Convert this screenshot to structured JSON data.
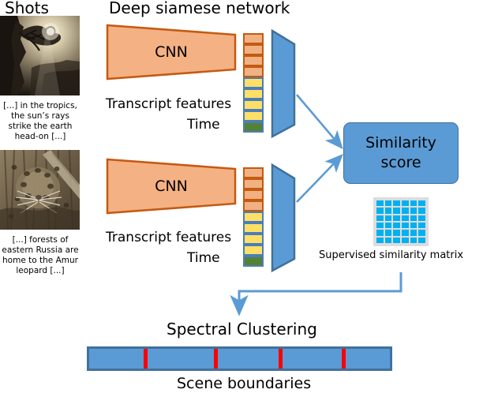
{
  "headings": {
    "shots": "Shots",
    "network": "Deep siamese network"
  },
  "shots": [
    {
      "caption": "[...] in the tropics, the sun’s rays strike the earth head-on [...]",
      "alt": "dark forest silhouette with sun rays"
    },
    {
      "caption": "[...] forests of eastern Russia are home to the Amur leopard [...]",
      "alt": "camouflaged leopard in forest"
    }
  ],
  "branches": [
    {
      "cnn_label": "CNN",
      "transcript_label": "Transcript features",
      "time_label": "Time"
    },
    {
      "cnn_label": "CNN",
      "transcript_label": "Transcript features",
      "time_label": "Time"
    }
  ],
  "feature_column": {
    "boxes": [
      "orange",
      "orange",
      "orange",
      "orange",
      "yellow",
      "yellow",
      "yellow",
      "yellow",
      "green"
    ],
    "count": 9
  },
  "similarity": {
    "line1": "Similarity",
    "line2": "score"
  },
  "matrix": {
    "label": "Supervised similarity matrix",
    "rows": 6,
    "cols": 6,
    "cell_color": "#00b0f0",
    "background": "#dcdcdc"
  },
  "spectral": {
    "title": "Spectral Clustering",
    "scene_label": "Scene boundaries",
    "boundaries_percent": [
      18,
      41.5,
      63,
      84
    ],
    "boundary_color": "#ff0000",
    "bar_color": "#5b9bd5"
  },
  "colors": {
    "cnn_fill": "#f4b183",
    "cnn_stroke": "#c55a11",
    "blue_fill": "#5b9bd5",
    "blue_stroke": "#41719c",
    "arrow": "#5b9bd5",
    "feature_orange": "#f0b183",
    "feature_yellow": "#ffe066",
    "feature_green": "#548235"
  }
}
